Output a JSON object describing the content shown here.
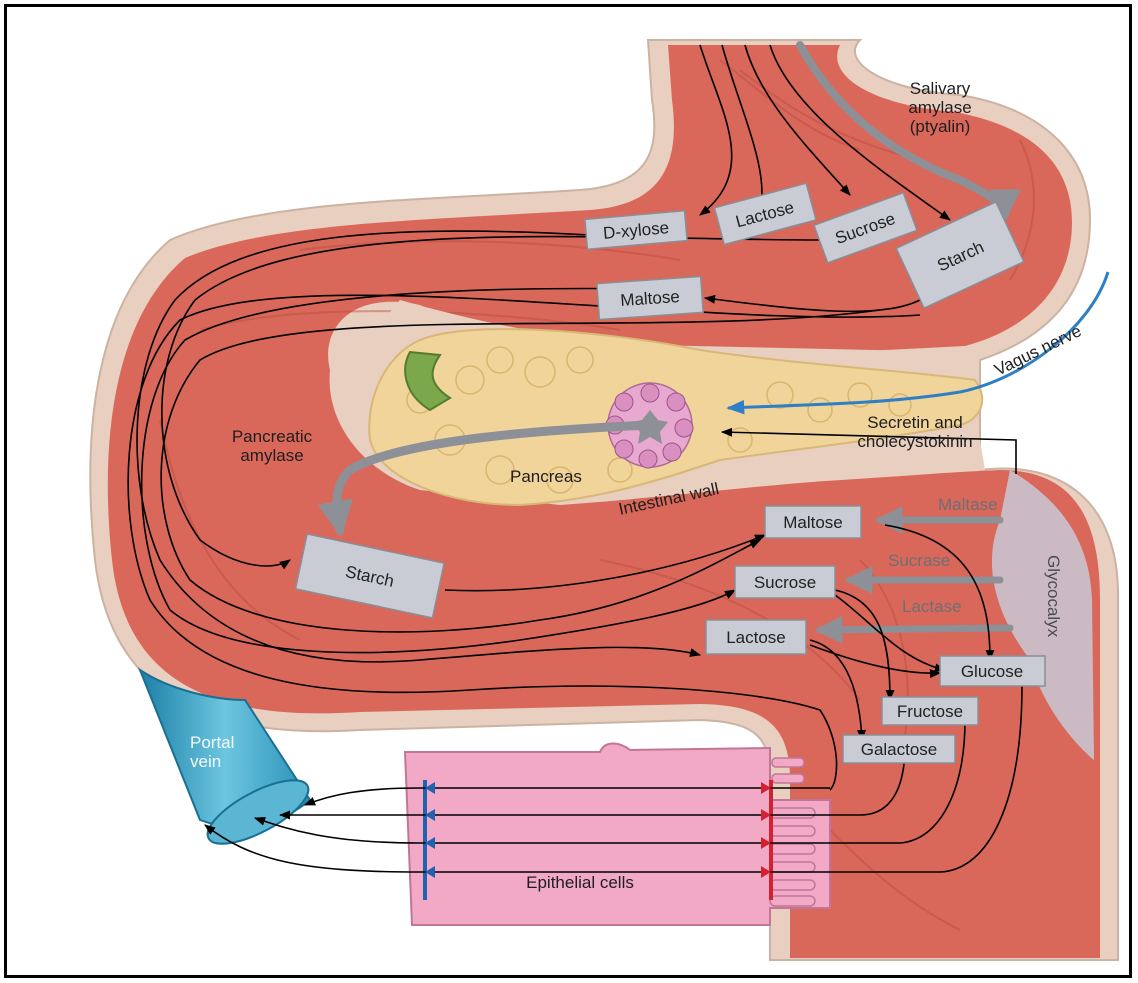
{
  "labels": {
    "salivary_amylase": [
      "Salivary",
      "amylase",
      "(ptyalin)"
    ],
    "vagus_nerve": "Vagus nerve",
    "secretin": [
      "Secretin and",
      "cholecystokinin"
    ],
    "pancreatic_amylase": [
      "Pancreatic",
      "amylase"
    ],
    "pancreas": "Pancreas",
    "intestinal_wall": "Intestinal wall",
    "maltase": "Maltase",
    "sucrase": "Sucrase",
    "lactase": "Lactase",
    "glycocalyx": "Glycocalyx",
    "portal_vein": [
      "Portal",
      "vein"
    ],
    "epithelial_cells": "Epithelial cells"
  },
  "stomach_boxes": {
    "d_xylose": "D-xylose",
    "lactose": "Lactose",
    "sucrose": "Sucrose",
    "starch": "Starch",
    "maltose": "Maltose"
  },
  "intestine_boxes": {
    "starch": "Starch",
    "maltose": "Maltose",
    "sucrose": "Sucrose",
    "lactose": "Lactose",
    "glucose": "Glucose",
    "fructose": "Fructose",
    "galactose": "Galactose"
  },
  "colors": {
    "tissue": "#d9685a",
    "tissue_dark": "#b84a3f",
    "wall": "#e8cfc0",
    "pancreas": "#f0d49a",
    "portal_vein": "#3aa6c9",
    "epithelium": "#f2a9c6",
    "vagus": "#2f7fc4",
    "absorption_mark": "#d42030",
    "entry_mark": "#1e62b0",
    "label_box": "#c9ccd4"
  }
}
